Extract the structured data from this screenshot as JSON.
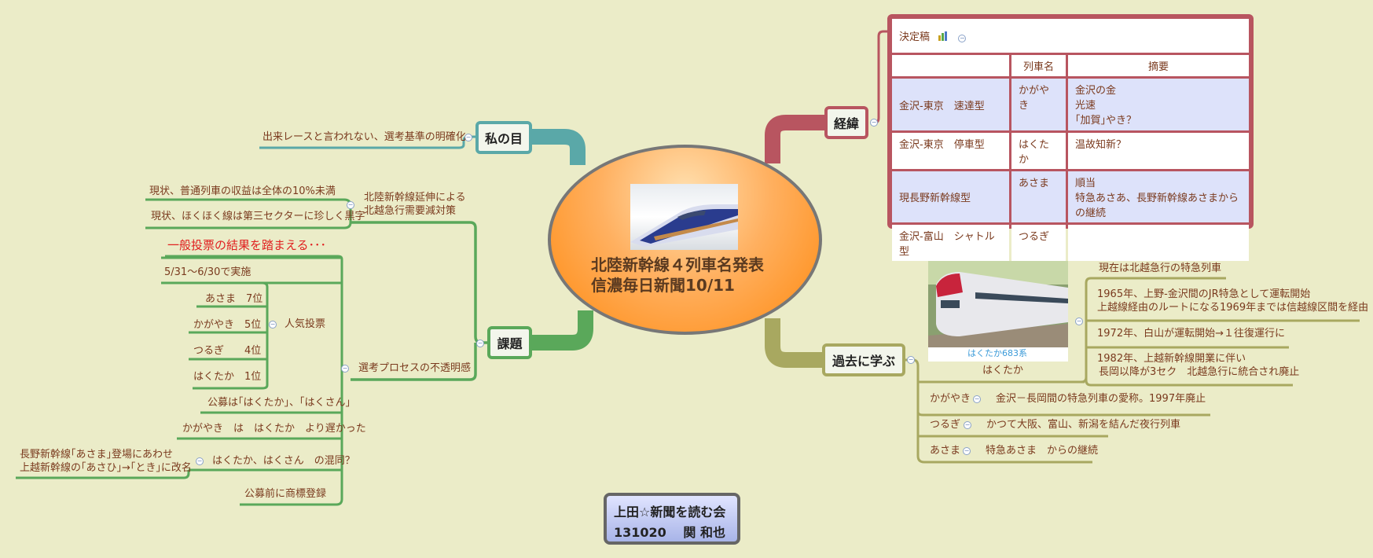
{
  "central": {
    "title_line1": "北陸新幹線４列車名発表",
    "title_line2": "信濃毎日新聞10/11"
  },
  "footer": {
    "line1": "上田☆新聞を読む会",
    "line2": "131020　 関 和也"
  },
  "branches": {
    "watashi": {
      "label": "私の目",
      "items": [
        "出来レースと言われない、選考基準の明確化"
      ]
    },
    "kadai": {
      "label": "課題",
      "sub1": {
        "label_line1": "北陸新幹線延伸による",
        "label_line2": "北越急行需要減対策",
        "items": [
          "現状、普通列車の収益は全体の10%未満",
          "現状、ほくほく線は第三セクターに珍しく黒字"
        ]
      },
      "highlight": "一般投票の結果を踏まえる･･･",
      "sub2": {
        "label": "選考プロセスの不透明感",
        "period": "5/31～6/30で実施",
        "vote": {
          "label": "人気投票",
          "items": [
            "あさま　7位",
            "かがやき　5位",
            "つるぎ　　4位",
            "はくたか　1位"
          ]
        },
        "public": "公募は｢はくたか｣、｢はくさん｣",
        "kagayaki_late": "かがやき　は　はくたか　より遅かった",
        "confusion": {
          "label": "はくたか、はくさん　の混同？",
          "note_line1": "長野新幹線｢あさま｣登場にあわせ",
          "note_line2": "上越新幹線の｢あさひ｣→｢とき｣に改名"
        },
        "trademark": "公募前に商標登録"
      }
    },
    "keii": {
      "label": "経緯",
      "table": {
        "title": "決定稿",
        "headers": [
          "",
          "列車名",
          "摘要"
        ],
        "rows": [
          {
            "type": "金沢-東京　速達型",
            "name": "かがやき",
            "note": [
              "金沢の金",
              "光速",
              "｢加賀｣やき？"
            ]
          },
          {
            "type": "金沢-東京　停車型",
            "name": "はくたか",
            "note": [
              "温故知新？"
            ]
          },
          {
            "type": "現長野新幹線型",
            "name": "あさま",
            "note": [
              "順当",
              "特急あさあ、長野新幹線あさまからの継続"
            ]
          },
          {
            "type": "金沢-富山　シャトル型",
            "name": "つるぎ",
            "note": []
          }
        ]
      }
    },
    "kako": {
      "label": "過去に学ぶ",
      "photo_caption": "はくたか683系",
      "hakutaka": {
        "label": "はくたか",
        "items": [
          [
            "現在は北越急行の特急列車"
          ],
          [
            "1965年、上野-金沢間のJR特急として運転開始",
            "上越線経由のルートになる1969年までは信越線区間を経由"
          ],
          [
            "1972年、白山が運転開始→１往復運行に"
          ],
          [
            "1982年、上越新幹線開業に伴い",
            "長岡以降が3セク　北越急行に統合され廃止"
          ]
        ]
      },
      "others": [
        {
          "name": "かがやき",
          "desc": "金沢－長岡間の特急列車の愛称。1997年廃止"
        },
        {
          "name": "つるぎ",
          "desc": "かつて大阪、富山、新潟を結んだ夜行列車"
        },
        {
          "name": "あさま",
          "desc": "特急あさま　からの継続"
        }
      ]
    }
  },
  "colors": {
    "background": "#ebecc8",
    "teal": "#5aa8a8",
    "green": "#5aa85a",
    "red": "#b85560",
    "olive": "#a8a860",
    "orange_top": "#ffd49a",
    "orange_bottom": "#ff8c1a",
    "highlight": "#e02020"
  }
}
